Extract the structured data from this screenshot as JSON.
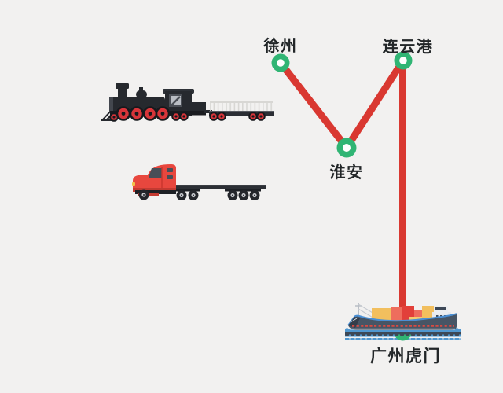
{
  "page": {
    "background_color": "#f2f1f0"
  },
  "route": {
    "line_color": "#d93831",
    "node_ring_color": "#30b574",
    "node_center_color": "#ffffff",
    "label_color": "#222628",
    "nodes": [
      {
        "id": "xuzhou",
        "label": "徐州"
      },
      {
        "id": "lianyungang",
        "label": "连云港"
      },
      {
        "id": "huaian",
        "label": "淮安"
      },
      {
        "id": "guangzhou-humen",
        "label": "广州虎门"
      }
    ],
    "segments": [
      {
        "from": "xuzhou",
        "to": "huaian"
      },
      {
        "from": "huaian",
        "to": "lianyungang"
      },
      {
        "from": "lianyungang",
        "to": "guangzhou-humen"
      }
    ]
  },
  "vehicles": [
    {
      "id": "train",
      "icon": "steam-train-icon",
      "body_color": "#26292e",
      "wheel_color": "#d8353a"
    },
    {
      "id": "truck",
      "icon": "semi-truck-icon",
      "body_color": "#e8473e",
      "chassis_color": "#1d2025"
    },
    {
      "id": "ship",
      "icon": "container-ship-icon",
      "hull_color": "#475565",
      "wave_color": "#4f97d0",
      "container_colors": [
        "#f2bf5e",
        "#ee6d5d",
        "#e2403a",
        "#f6ca6e"
      ]
    }
  ]
}
